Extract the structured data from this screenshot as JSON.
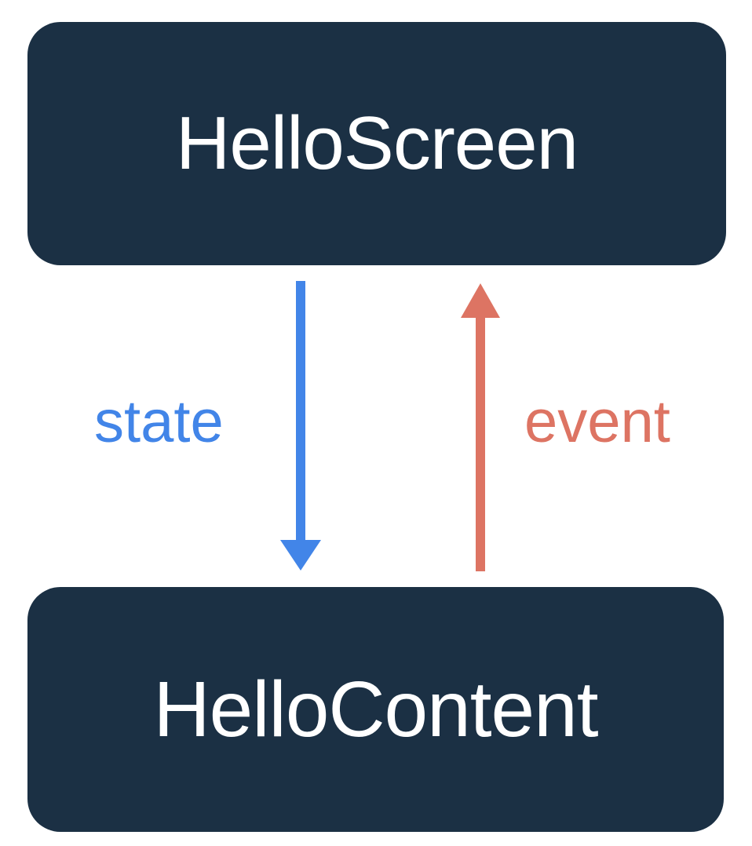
{
  "diagram": {
    "title": "HelloScreen / HelloContent state-event flow",
    "background_color": "#ffffff",
    "nodes": [
      {
        "id": "hello-screen",
        "label": "HelloScreen",
        "fill_color": "#1b3044",
        "text_color": "#ffffff"
      },
      {
        "id": "hello-content",
        "label": "HelloContent",
        "fill_color": "#1b3044",
        "text_color": "#ffffff"
      }
    ],
    "edges": [
      {
        "id": "state-edge",
        "label": "state",
        "from": "hello-screen",
        "to": "hello-content",
        "direction": "down",
        "color": "#4285e8"
      },
      {
        "id": "event-edge",
        "label": "event",
        "from": "hello-content",
        "to": "hello-screen",
        "direction": "up",
        "color": "#dd7463"
      }
    ]
  }
}
